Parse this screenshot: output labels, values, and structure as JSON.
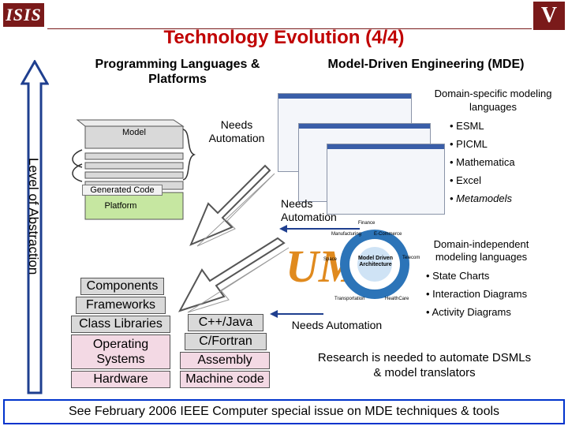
{
  "header": {
    "title": "Technology Evolution (4/4)",
    "logo_left": "ISIS",
    "logo_right": "V"
  },
  "left_column": {
    "heading": "Programming Languages & Platforms",
    "model_label": "Model",
    "generated_code_label": "Generated Code",
    "platform_label": "Platform",
    "needs_automation": "Needs Automation"
  },
  "axis": {
    "label": "Level of Abstraction"
  },
  "right_column": {
    "heading": "Model-Driven Engineering (MDE)",
    "dsml_heading": "Domain-specific modeling languages",
    "dsml_items": [
      "• ESML",
      "• PICML",
      "• Mathematica",
      "• Excel",
      "• Metamodels"
    ],
    "needs_automation_mid": "Needs Automation",
    "di_heading": "Domain-independent modeling languages",
    "di_items": [
      "• State Charts",
      "• Interaction Diagrams",
      "• Activity Diagrams"
    ],
    "needs_automation_bottom": "Needs Automation",
    "uml_letters": "UML",
    "uml_ring_center": "Model Driven Architecture",
    "uml_ring_labels": [
      "Finance",
      "Manufacturing",
      "E-Commerce",
      "Space",
      "Telecom",
      "Transportation",
      "HealthCare"
    ]
  },
  "platform_stack": [
    "Components",
    "Frameworks",
    "Class Libraries",
    "Operating Systems",
    "Hardware"
  ],
  "language_stack": [
    "C++/Java",
    "C/Fortran",
    "Assembly",
    "Machine code"
  ],
  "research_note": "Research is needed to automate DSMLs & model translators",
  "footer": "See February 2006 IEEE Computer special issue on MDE techniques & tools",
  "colors": {
    "title": "#c00000",
    "logo": "#7a1a1a",
    "arrow": "#1f3f8f",
    "box_gray": "#d9d9d9",
    "box_pink": "#f3d9e4",
    "platform_green": "#c6e7a1",
    "footer_border": "#0033cc"
  }
}
